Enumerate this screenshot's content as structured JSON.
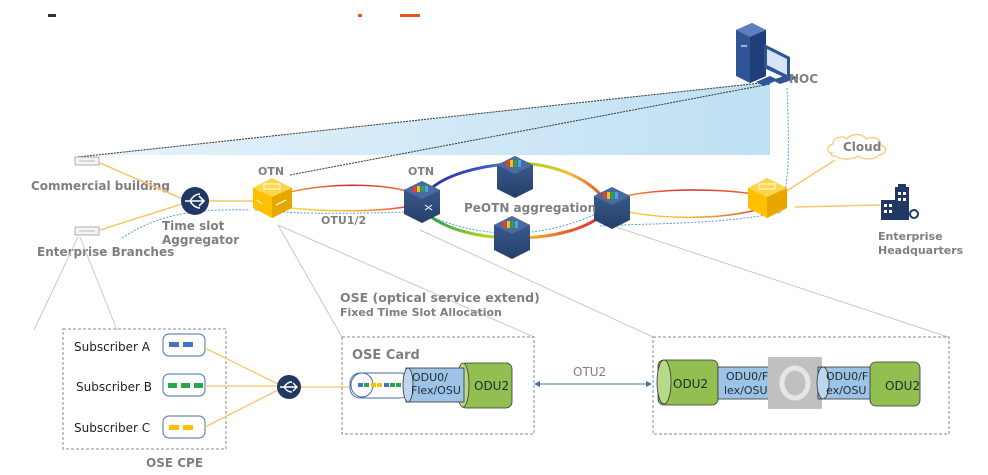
{
  "title_fragment": {
    "left": "…",
    "right": "…"
  },
  "nodes": {
    "noc": {
      "label": "NOC"
    },
    "commercial_building": {
      "label": "Commercial building"
    },
    "enterprise_branches": {
      "label": "Enterprise Branches"
    },
    "time_slot_aggregator": {
      "label_line1": "Time slot",
      "label_line2": "Aggregator"
    },
    "otn_left": {
      "label": "OTN"
    },
    "otn_mid": {
      "label": "OTN"
    },
    "peotn": {
      "label": "PeOTN aggregation"
    },
    "cloud": {
      "label": "Cloud"
    },
    "enterprise_hq": {
      "label_line1": "Enterprise",
      "label_line2": "Headquarters"
    }
  },
  "links": {
    "otu12": "OTU1/2",
    "otu2": "OTU2"
  },
  "ose": {
    "title": "OSE (optical service extend)",
    "subtitle": "Fixed Time Slot Allocation",
    "card_title": "OSE Card",
    "card_inner_line1": "ODU0/",
    "card_inner_line2": "Flex/OSU",
    "card_outer": "ODU2"
  },
  "far_end": {
    "left_outer": "ODU2",
    "left_inner_line1": "ODU0/F",
    "left_inner_line2": "lex/OSU",
    "right_inner_line1": "ODU0/F",
    "right_inner_line2": "ex/OSU",
    "right_outer": "ODU2"
  },
  "cpe": {
    "title": "OSE CPE",
    "subscribers": [
      {
        "label": "Subscriber A",
        "color": "#4472c4"
      },
      {
        "label": "Subscriber B",
        "color": "#27a74a"
      },
      {
        "label": "Subscriber C",
        "color": "#ffc000"
      }
    ]
  },
  "colors": {
    "navy": "#1f3864",
    "device_blue": "#2e4a7a",
    "otn_yellow": "#ffc000",
    "link_orange": "#f8c66b",
    "odu2_green": "#92c050",
    "odu0_blue": "#9dc3e6",
    "fan_blue": "#c9e4f5",
    "label_grey": "#7f7f7f"
  }
}
